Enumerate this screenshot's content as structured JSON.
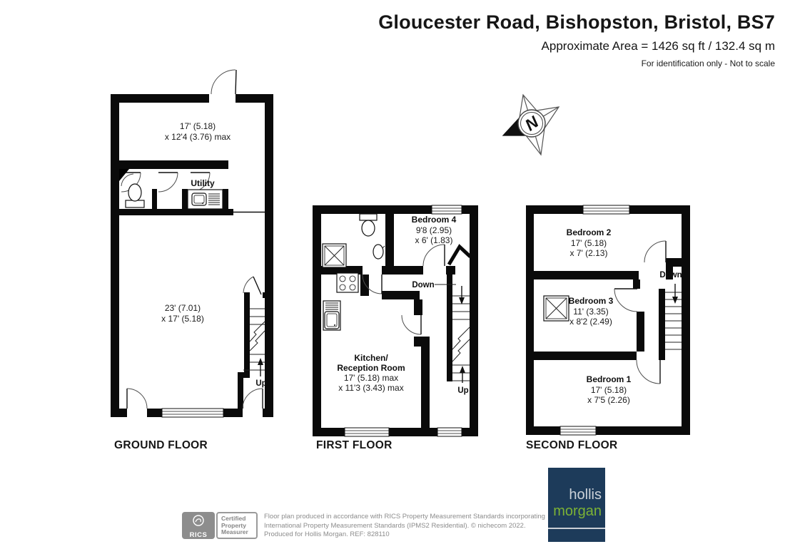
{
  "header": {
    "title": "Gloucester Road, Bishopston, Bristol, BS7",
    "area_line": "Approximate Area = 1426 sq ft / 132.4 sq m",
    "disclaimer": "For identification only - Not to scale"
  },
  "compass": {
    "north": "N"
  },
  "floors": {
    "ground": {
      "label": "GROUND FLOOR",
      "top_room": {
        "dim1": "17' (5.18)",
        "dim2": "x 12'4 (3.76) max"
      },
      "utility": "Utility",
      "main_room": {
        "dim1": "23' (7.01)",
        "dim2": "x 17' (5.18)"
      },
      "up": "Up"
    },
    "first": {
      "label": "FIRST FLOOR",
      "bedroom4": {
        "name": "Bedroom 4",
        "dim1": "9'8 (2.95)",
        "dim2": "x 6' (1.83)"
      },
      "kitchen": {
        "name1": "Kitchen/",
        "name2": "Reception Room",
        "dim1": "17' (5.18) max",
        "dim2": "x 11'3 (3.43) max"
      },
      "down": "Down",
      "up": "Up"
    },
    "second": {
      "label": "SECOND FLOOR",
      "bedroom2": {
        "name": "Bedroom 2",
        "dim1": "17' (5.18)",
        "dim2": "x 7' (2.13)"
      },
      "bedroom3": {
        "name": "Bedroom 3",
        "dim1": "11' (3.35)",
        "dim2": "x 8'2 (2.49)"
      },
      "bedroom1": {
        "name": "Bedroom 1",
        "dim1": "17' (5.18)",
        "dim2": "x 7'5 (2.26)"
      },
      "down": "Down"
    }
  },
  "footer": {
    "rics": {
      "brand": "RICS",
      "cert1": "Certified",
      "cert2": "Property",
      "cert3": "Measurer"
    },
    "line1": "Floor plan produced in accordance with RICS Property Measurement Standards incorporating",
    "line2": "International Property Measurement Standards (IPMS2 Residential).   © nichecom 2022.",
    "line3": "Produced for Hollis Morgan.    REF:  828110",
    "logo": {
      "name1": "hollis",
      "name2": "morgan"
    }
  },
  "colors": {
    "logo_navy": "#1d3b5a",
    "logo_green": "#7cb235",
    "footer_gray": "#8c8c8c"
  }
}
